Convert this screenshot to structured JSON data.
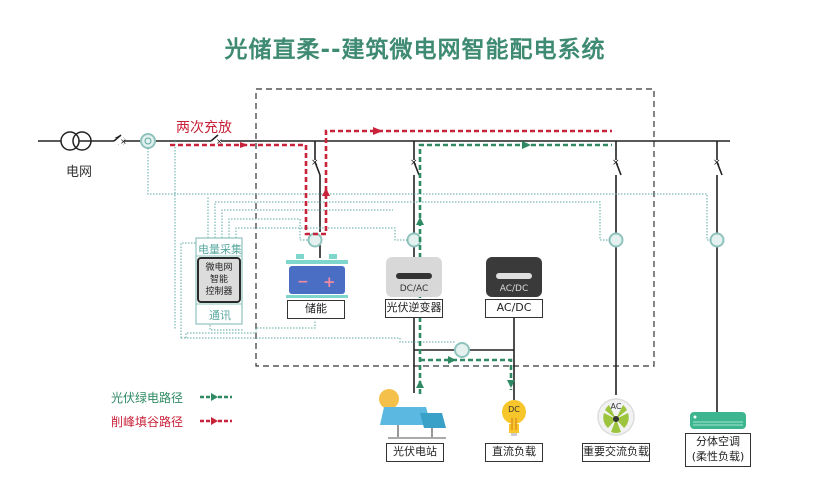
{
  "title": "光储直柔--建筑微电网智能配电系统",
  "grid_label": "电网",
  "peak_label": "两次充放",
  "controller": {
    "top_label": "电量采集",
    "core_label": "微电网\n智能\n控制器",
    "core_lines": [
      "微电网",
      "智能",
      "控制器"
    ],
    "bottom_label": "通讯"
  },
  "components": {
    "storage": "储能",
    "pv_inverter": "光伏逆变器",
    "pv_inverter_badge": "DC/AC",
    "acdc": "AC/DC",
    "acdc_badge": "AC/DC",
    "pv_station": "光伏电站",
    "dc_load": "直流负载",
    "dc_badge": "DC",
    "ac_load": "重要交流负载",
    "ac_badge": "AC",
    "split_ac_line1": "分体空调",
    "split_ac_line2": "(柔性负载)"
  },
  "legend": [
    {
      "label": "光伏绿电路径",
      "color": "#2f8a64"
    },
    {
      "label": "削峰填谷路径",
      "color": "#c8233a"
    }
  ],
  "colors": {
    "title": "#3f8a72",
    "green_path": "#2f8a64",
    "red_path": "#c8233a",
    "wire": "#222222",
    "signal": "#5aa8a0"
  }
}
